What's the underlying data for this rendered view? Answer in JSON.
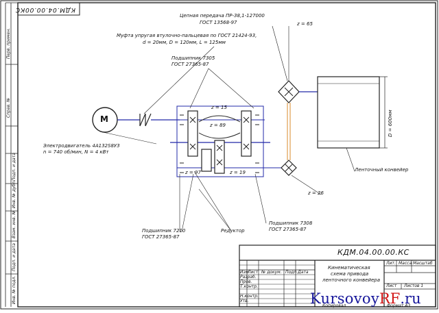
{
  "drawing_code_main": "КДМ.04.00.00.КС",
  "drawing_code_corner": "КДМ.04.00.00КС",
  "drawing_title_lines": [
    "Кинематическая",
    "схема привода",
    "ленточного конвейера"
  ],
  "chain": {
    "line1": "Цепная передача ПР-38,1-127000",
    "line2": "ГОСТ 13568-97"
  },
  "coupling": {
    "line1": "Муфта упругая втулочно-пальцевая по ГОСТ 21424-93,",
    "line2": "d = 20мм, D = 120мм, L = 125мм"
  },
  "bearing_top": {
    "line1": "Подшипник 7305",
    "line2": "ГОСТ 27365-87"
  },
  "bearing_left": {
    "line1": "Подшипник 7210",
    "line2": "ГОСТ 27365-87"
  },
  "bearing_right": {
    "line1": "Подшипник 7308",
    "line2": "ГОСТ 27365-87"
  },
  "motor": {
    "symbol": "M",
    "line1": "Электродвигатель 4А132S8У3",
    "line2": "n = 740 об/мин, N = 4 кВт"
  },
  "reducer_label": "Редуктор",
  "conveyor_label": "Ленточный конвейер",
  "drum_dim": "D = 600мм",
  "teeth": {
    "z65": "z = 65",
    "z15": "z = 15",
    "z89": "z = 89",
    "z97": "z = 97",
    "z19": "z = 19",
    "z26": "z = 26"
  },
  "title_block": {
    "col_izm": "Изм",
    "col_list": "Лист",
    "col_ndoc": "№ докум.",
    "col_podp": "Подп.",
    "col_data": "Дата",
    "row_razrab": "Разраб.",
    "row_prov": "Пров.",
    "row_tkontr": "Т.контр.",
    "row_nkontr": "Н.контр.",
    "row_utv": "Утв.",
    "col_lit": "Лит.",
    "col_massa": "Масса",
    "col_masshtab": "Масштаб",
    "list_label": "Лист",
    "listov_label": "Листов 1",
    "format_label": "Копировал",
    "format_size": "Формат   А3"
  },
  "side_strip": {
    "cell1": "Перв. примен.",
    "cell2": "Справ. №",
    "cell3": "Подп. и дата",
    "cell4": "Инв. № дубл.",
    "cell5": "Взам. инв. №",
    "cell6": "Подп. и дата",
    "cell7": "Инв. № подл."
  },
  "watermark": {
    "main": "Kursovoy",
    "accent": "RF",
    "suffix": ".ru"
  }
}
